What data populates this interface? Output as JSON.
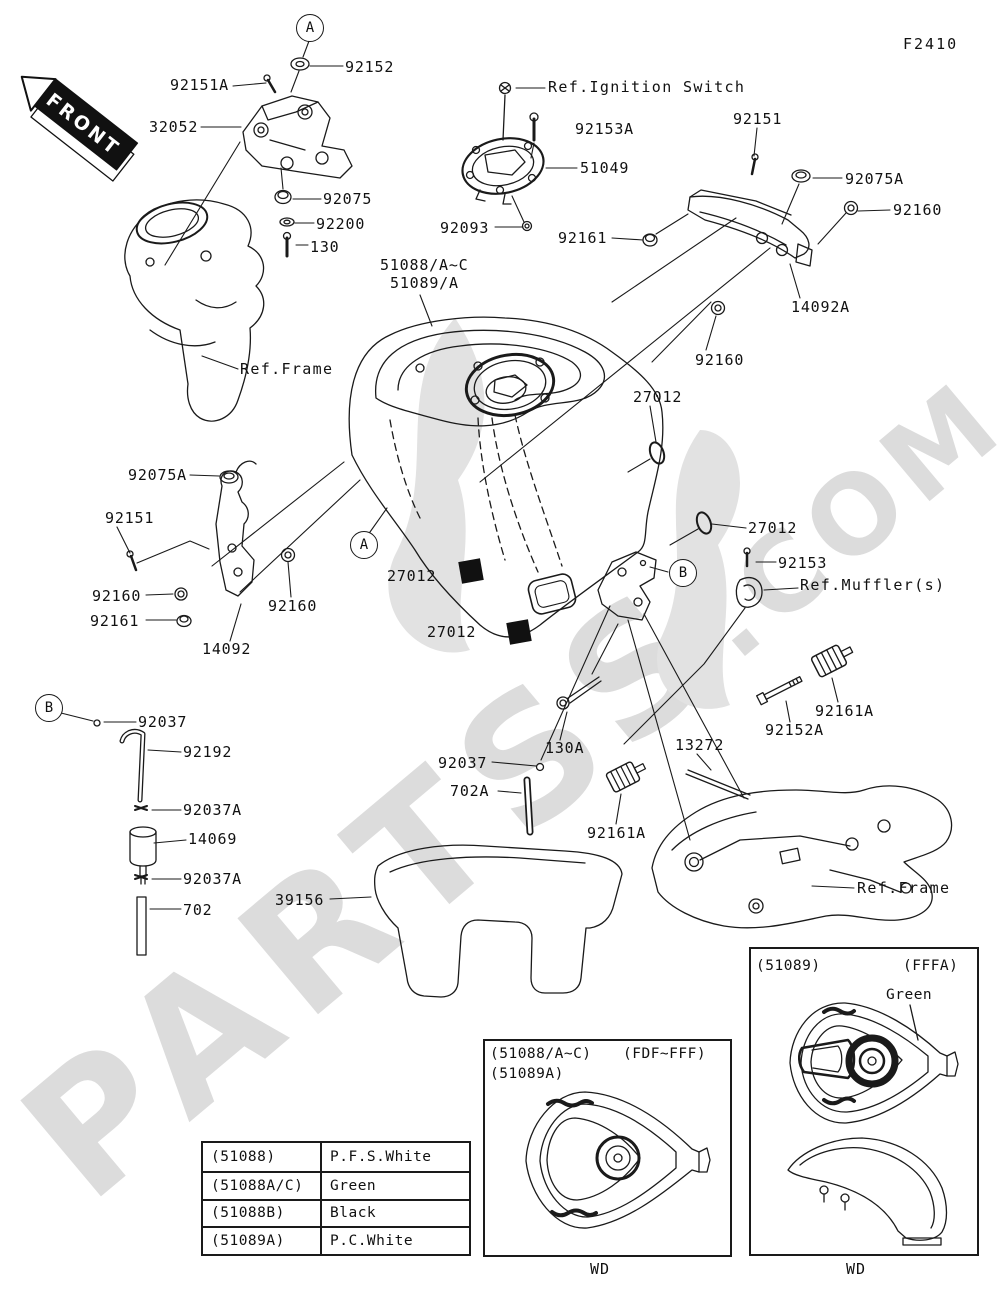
{
  "page_code": "F2410",
  "front_arrow_label": "FRONT",
  "watermark": {
    "main": "PARTSS",
    "suffix": ".COM",
    "color": "#dcdcdc"
  },
  "markers": {
    "a": "A",
    "b": "B"
  },
  "labels": [
    {
      "text": "92151A"
    },
    {
      "text": "92152"
    },
    {
      "text": "32052"
    },
    {
      "text": "92075"
    },
    {
      "text": "92200"
    },
    {
      "text": "130"
    },
    {
      "text": "Ref.Frame"
    },
    {
      "text": "Ref.Ignition Switch"
    },
    {
      "text": "92153A"
    },
    {
      "text": "51049"
    },
    {
      "text": "92093"
    },
    {
      "text": "92161"
    },
    {
      "text": "92151"
    },
    {
      "text": "92075A"
    },
    {
      "text": "92160"
    },
    {
      "text": "14092A"
    },
    {
      "text": "92160"
    },
    {
      "text": "51088/A~C"
    },
    {
      "text": "51089/A"
    },
    {
      "text": "27012"
    },
    {
      "text": "27012"
    },
    {
      "text": "92153"
    },
    {
      "text": "Ref.Muffler(s)"
    },
    {
      "text": "92075A"
    },
    {
      "text": "92151"
    },
    {
      "text": "92160"
    },
    {
      "text": "92161"
    },
    {
      "text": "92160"
    },
    {
      "text": "14092"
    },
    {
      "text": "27012"
    },
    {
      "text": "27012"
    },
    {
      "text": "92037"
    },
    {
      "text": "92192"
    },
    {
      "text": "92037A"
    },
    {
      "text": "14069"
    },
    {
      "text": "92037A"
    },
    {
      "text": "702"
    },
    {
      "text": "39156"
    },
    {
      "text": "92037"
    },
    {
      "text": "130A"
    },
    {
      "text": "702A"
    },
    {
      "text": "92161A"
    },
    {
      "text": "13272"
    },
    {
      "text": "92152A"
    },
    {
      "text": "92161A"
    },
    {
      "text": "Ref.Frame"
    }
  ],
  "color_table": {
    "rows": [
      {
        "code": "(51088)",
        "color": "P.F.S.White"
      },
      {
        "code": "(51088A/C)",
        "color": "Green"
      },
      {
        "code": "(51088B)",
        "color": "Black"
      },
      {
        "code": "(51089A)",
        "color": "P.C.White"
      }
    ]
  },
  "inset_left": {
    "codes_line1": "(51088/A~C)",
    "range": "(FDF~FFF)",
    "codes_line2": "(51089A)",
    "footer": "WD"
  },
  "inset_right": {
    "code": "(51089)",
    "range": "(FFFA)",
    "color_callout": "Green",
    "footer": "WD"
  }
}
